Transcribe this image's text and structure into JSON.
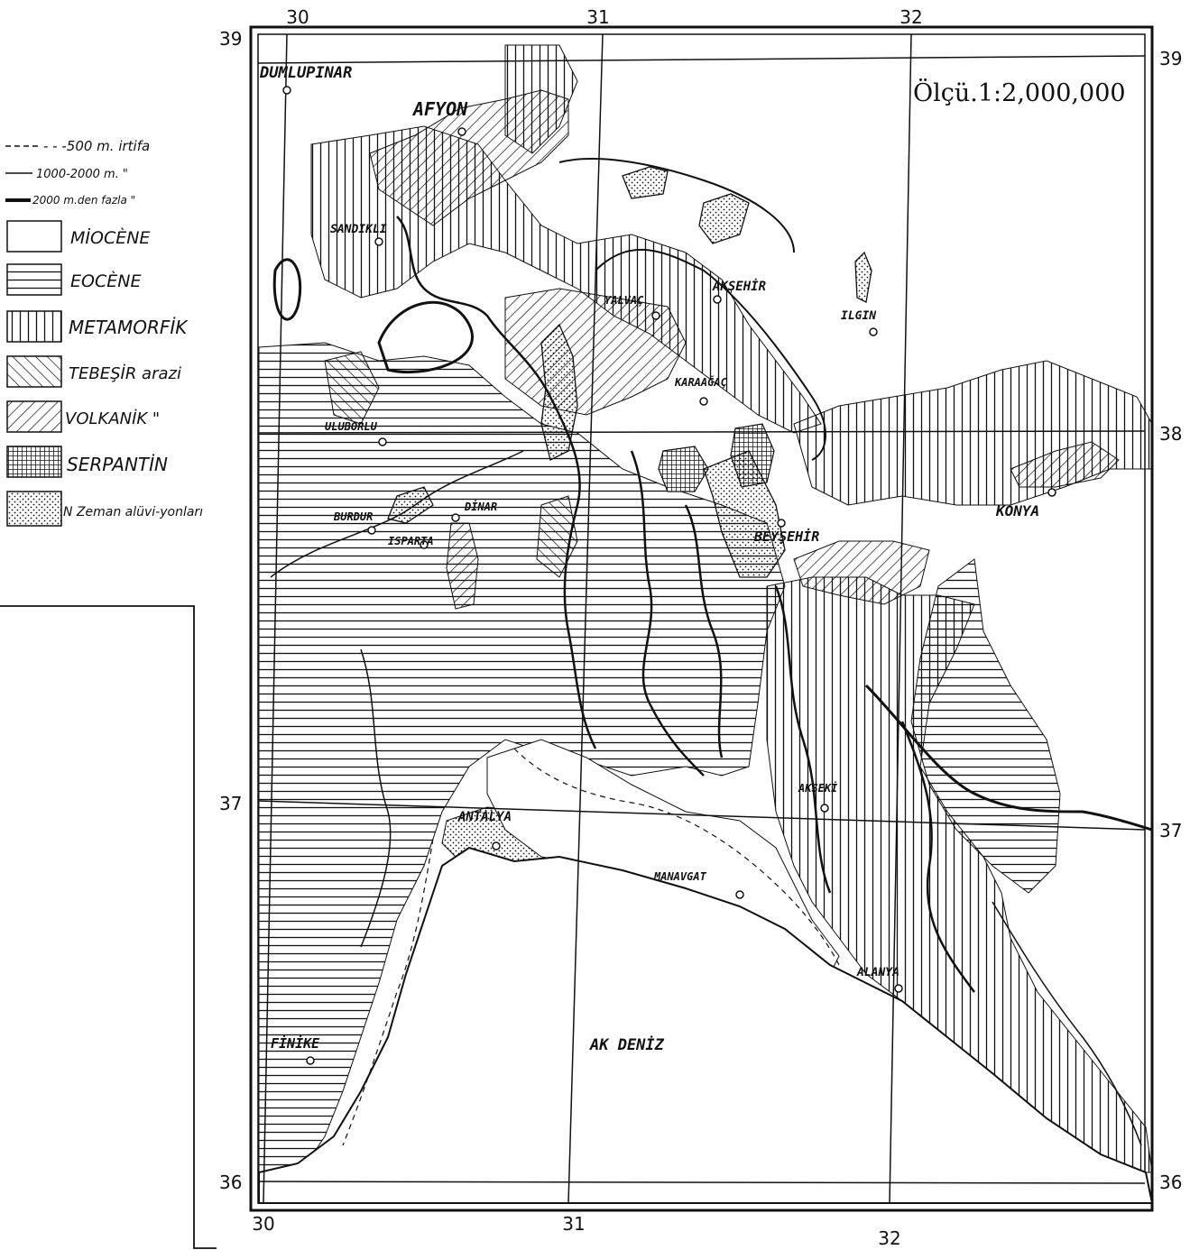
{
  "map": {
    "scale": "Ölçü.1:2,000,000",
    "sea": "AK DENİZ",
    "coords": {
      "top": [
        "30",
        "31",
        "32"
      ],
      "bottom": [
        "30",
        "31",
        "32"
      ],
      "left": [
        "39",
        "37",
        "36"
      ],
      "right": [
        "39",
        "38",
        "37",
        "36"
      ]
    },
    "places": [
      {
        "name": "DUMLUPINAR"
      },
      {
        "name": "AFYON"
      },
      {
        "name": "SANDIKLI"
      },
      {
        "name": "AKŞEHİR"
      },
      {
        "name": "ILGIN"
      },
      {
        "name": "ULUBORLU"
      },
      {
        "name": "YALVAÇ"
      },
      {
        "name": "KARAAĞAÇ"
      },
      {
        "name": "DİNAR"
      },
      {
        "name": "BURDUR"
      },
      {
        "name": "ISPARTA"
      },
      {
        "name": "KONYA"
      },
      {
        "name": "BEYŞEHİR"
      },
      {
        "name": "ANTALYA"
      },
      {
        "name": "MANAVGAT"
      },
      {
        "name": "AKSEKİ"
      },
      {
        "name": "ALANYA"
      },
      {
        "name": "FİNİKE"
      }
    ]
  },
  "legend": {
    "contours": [
      "- - -500 m. irtifa",
      "1000-2000 m. \"",
      "2000 m.den fazla \""
    ],
    "items": [
      {
        "label": "MİOCÈNE",
        "pattern": "blank"
      },
      {
        "label": "EOCÈNE",
        "pattern": "horizontal"
      },
      {
        "label": "METAMORFİK",
        "pattern": "vertical"
      },
      {
        "label": "TEBEŞİR arazi",
        "pattern": "diagonal-back"
      },
      {
        "label": "VOLKANİK \"",
        "pattern": "diagonal"
      },
      {
        "label": "SERPANTİN",
        "pattern": "grid"
      },
      {
        "label": "N Zeman alüvi-yonları",
        "pattern": "dots"
      }
    ]
  },
  "colors": {
    "ink": "#111111",
    "paper": "#ffffff"
  }
}
